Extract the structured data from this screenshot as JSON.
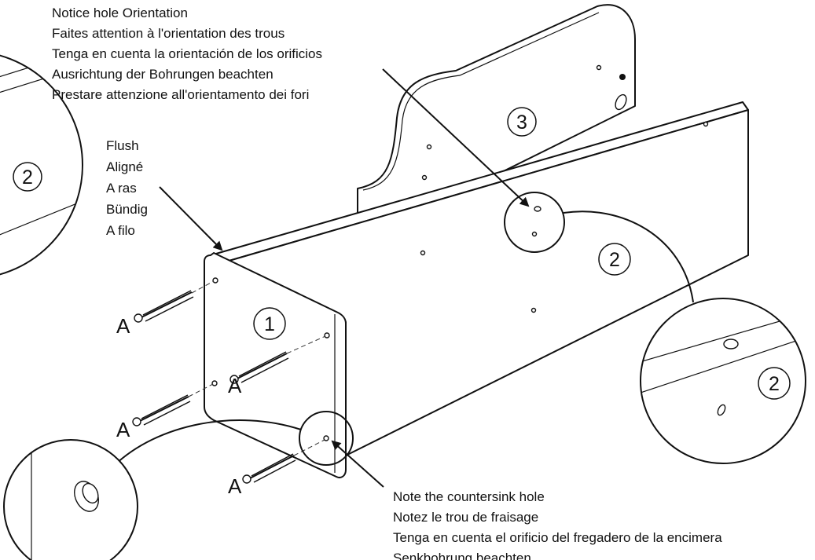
{
  "notes": {
    "orientation": [
      "Notice hole Orientation",
      "Faites attention à l'orientation des trous",
      "Tenga en cuenta la orientación de los orificios",
      "Ausrichtung der Bohrungen beachten",
      "Prestare attenzione all'orientamento dei fori"
    ],
    "flush": [
      "Flush",
      "Aligné",
      "A ras",
      "Bündig",
      "A filo"
    ],
    "countersink": [
      "Note the countersink hole",
      "Notez le trou de fraisage",
      "Tenga en cuenta el orificio del fregadero de la encimera",
      "Senkbohrung beachten"
    ]
  },
  "parts": {
    "panel_1": "1",
    "panel_2": "2",
    "panel_3": "3"
  },
  "screw_label": "A"
}
